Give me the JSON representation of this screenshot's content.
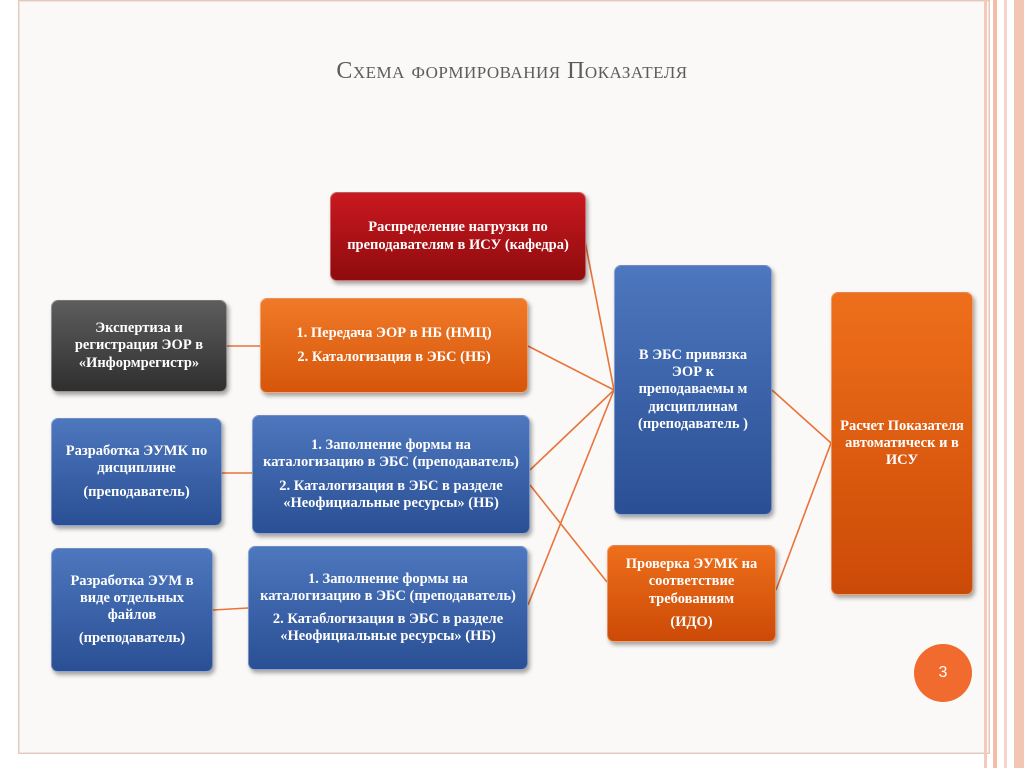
{
  "slide": {
    "title": "Схема формирования Показателя",
    "page_number": "3"
  },
  "boxes": {
    "raspredelenie": [
      "Распределение нагрузки по преподавателям в ИСУ (кафедра)"
    ],
    "ekspertiza": [
      "Экспертиза и регистрация ЭОР в «Информрегистр»"
    ],
    "peredacha": [
      "1. Передача ЭОР в НБ (НМЦ)",
      "2. Каталогизация в ЭБС (НБ)"
    ],
    "razrabotka_eumk": [
      "Разработка ЭУМК по дисциплине",
      "(преподаватель)"
    ],
    "zapolnenie_1": [
      "1. Заполнение формы на каталогизацию в ЭБС (преподаватель)",
      "2. Каталогизация в ЭБС в разделе «Неофициальные ресурсы» (НБ)"
    ],
    "razrabotka_eum": [
      "Разработка ЭУМ в виде отдельных файлов",
      "(преподаватель)"
    ],
    "zapolnenie_2": [
      "1. Заполнение формы на каталогизацию в ЭБС (преподаватель)",
      "2. Катаблогизация в ЭБС в разделе «Неофициальные ресурсы»  (НБ)"
    ],
    "v_ebs": [
      "В ЭБС привязка ЭОР к преподаваемы м дисциплинам (преподаватель )"
    ],
    "proverka": [
      "Проверка ЭУМК на соответствие требованиям",
      "(ИДО)"
    ],
    "raschet": [
      "Расчет Показателя автоматическ и в ИСУ"
    ]
  },
  "colors": {
    "connector": "#e8743a",
    "red_box": "#b01217",
    "orange_box": "#e5661a",
    "blue_box": "#3a63ab",
    "gray_box": "#464646"
  }
}
